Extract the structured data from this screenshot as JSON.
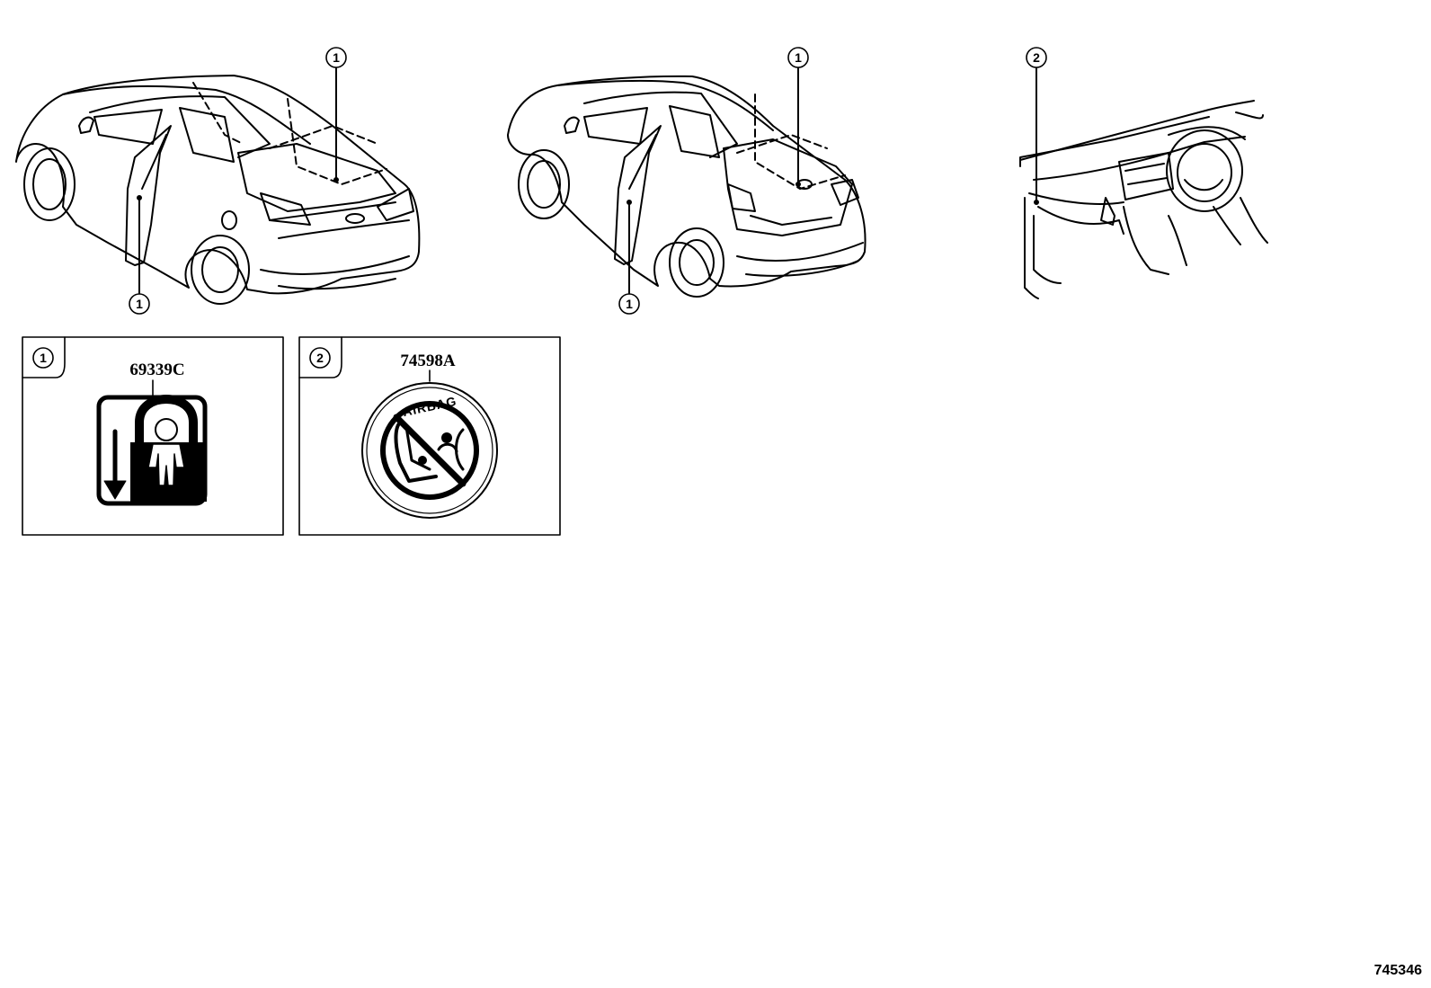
{
  "callouts": {
    "sedan_top": "1",
    "sedan_bottom": "1",
    "hatch_top": "1",
    "hatch_bottom": "1",
    "dash_top": "2"
  },
  "panels": [
    {
      "callout": "1",
      "part_number": "69339C",
      "icon": "child-lock-label-icon"
    },
    {
      "callout": "2",
      "part_number": "74598A",
      "icon": "no-rear-facing-seat-airbag-label-icon",
      "label_text": "AIRBAG"
    }
  ],
  "diagram_id": "745346"
}
